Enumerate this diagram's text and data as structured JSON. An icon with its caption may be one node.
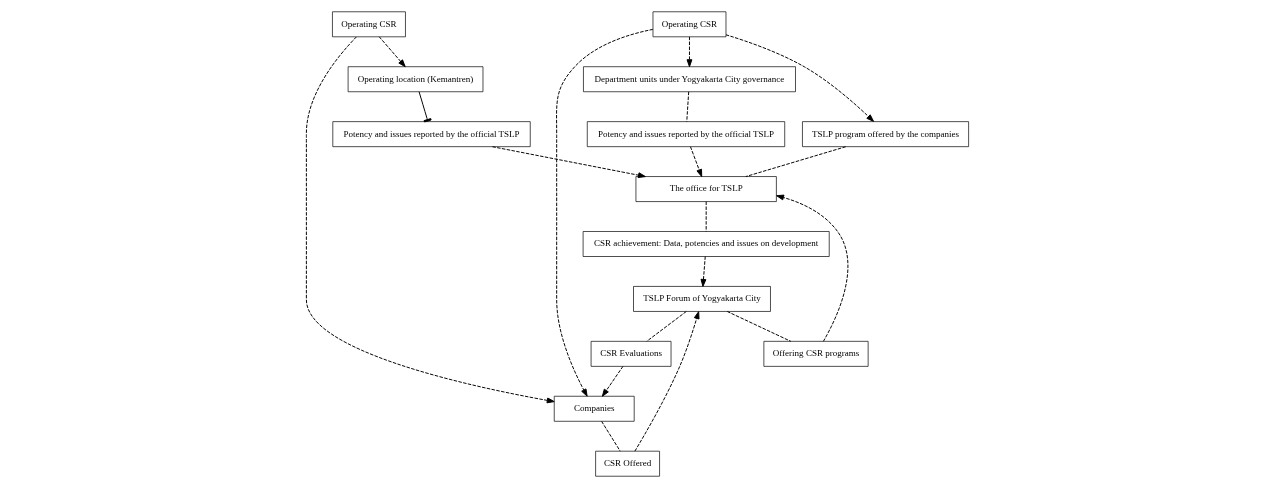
{
  "diagram": {
    "nodes": [
      {
        "text": [
          "The office for TSLP"
        ]
      },
      {
        "text": [
          "Offering CSR programs"
        ]
      },
      {
        "text": [
          "CSR achievement: Data, potencies and issues on development"
        ]
      },
      {
        "text": [
          "TSLP Forum of Yogyakarta City"
        ]
      },
      {
        "text": [
          "Potency and issues reported by the official TSLP"
        ]
      },
      {
        "text": [
          "TSLP program offered by the companies"
        ]
      },
      {
        "text": [
          "Potency and issues reported by the official TSLP"
        ]
      },
      {
        "text": [
          "Department units under Yogyakarta City governance"
        ]
      },
      {
        "text": [
          "Operating location (Kemantren)"
        ]
      },
      {
        "text": [
          "Operating CSR"
        ]
      },
      {
        "text": [
          "CSR Offered"
        ]
      },
      {
        "text": [
          "CSR Evaluations"
        ]
      },
      {
        "text": [
          "Companies"
        ]
      },
      {
        "text": [
          "Operating CSR"
        ]
      }
    ],
    "edges": [
      {
        "from": 3,
        "to": 1,
        "arrow": "none",
        "style": "dashed"
      },
      {
        "from": 1,
        "to": 0,
        "arrow": "to",
        "style": "dashed"
      },
      {
        "from": 0,
        "to": 2,
        "arrow": "none",
        "style": "dashed"
      },
      {
        "from": 2,
        "to": 3,
        "arrow": "to",
        "style": "dashed"
      },
      {
        "from": 7,
        "to": 4,
        "arrow": "none",
        "style": "dashed"
      },
      {
        "from": 4,
        "to": 0,
        "arrow": "to",
        "style": "dashed"
      },
      {
        "from": 13,
        "to": 7,
        "arrow": "to",
        "style": "dashed"
      },
      {
        "from": 13,
        "to": 5,
        "arrow": "to",
        "style": "dashed"
      },
      {
        "from": 5,
        "to": 0,
        "arrow": "none",
        "style": "dashed"
      },
      {
        "from": 6,
        "to": 0,
        "arrow": "to",
        "style": "dashed"
      },
      {
        "from": 8,
        "to": 6,
        "arrow": "other"
      },
      {
        "from": 9,
        "to": 8,
        "arrow": "to",
        "style": "dashed"
      },
      {
        "from": 9,
        "to": 12,
        "arrow": "to",
        "style": "dashed"
      },
      {
        "from": 12,
        "to": 10,
        "arrow": "none",
        "style": "dashed"
      },
      {
        "from": 10,
        "to": 3,
        "arrow": "to",
        "style": "dashed"
      },
      {
        "from": 3,
        "to": 11,
        "arrow": "none",
        "style": "dashed"
      },
      {
        "from": 11,
        "to": 12,
        "arrow": "to",
        "style": "dashed"
      },
      {
        "from": 13,
        "to": 12,
        "arrow": "to",
        "style": "dashed"
      }
    ]
  }
}
